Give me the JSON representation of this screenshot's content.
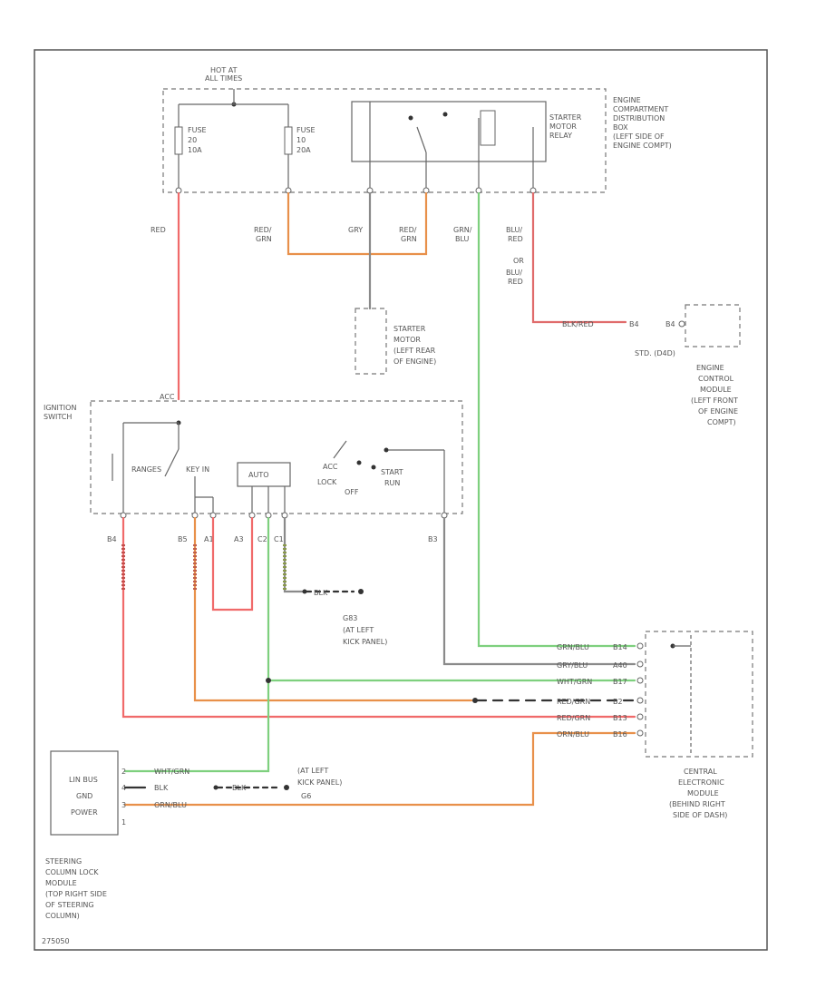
{
  "hot_at": "HOT AT",
  "all_times": "ALL TIMES",
  "fuse_left": [
    "FUSE",
    "20",
    "10A"
  ],
  "fuse_right": [
    "FUSE",
    "10",
    "20A"
  ],
  "starter_motor_relay": [
    "STARTER",
    "MOTOR",
    "RELAY"
  ],
  "engine_compartment_box": [
    "ENGINE",
    "COMPARTMENT",
    "DISTRIBUTION",
    "BOX",
    "(LEFT SIDE OF",
    "ENGINE COMPT)"
  ],
  "wires_top": {
    "red": "RED",
    "red_grn": [
      "RED/",
      "GRN"
    ],
    "gry": "GRY",
    "red_grn2": [
      "RED/",
      "GRN"
    ],
    "grn_blu": [
      "GRN/",
      "BLU"
    ],
    "blu_red": [
      "BLU/",
      "RED"
    ],
    "or": "OR",
    "blu_red2": [
      "BLU/",
      "RED"
    ]
  },
  "starter_motor": [
    "STARTER",
    "MOTOR",
    "(LEFT REAR",
    "OF ENGINE)"
  ],
  "ecm_wire": "BLK/RED",
  "ecm_pins": [
    "B4",
    "B4"
  ],
  "ecm_std": "STD. (D4D)",
  "ecm": [
    "ENGINE",
    "CONTROL",
    "MODULE",
    "(LEFT FRONT",
    "OF ENGINE",
    "COMPT)"
  ],
  "ignition_switch": [
    "IGNITION",
    "SWITCH"
  ],
  "ign_acc": "ACC",
  "ign_labels": {
    "ranges": "RANGES",
    "key_in": "KEY IN",
    "auto": "AUTO",
    "acc": "ACC",
    "lock": "LOCK",
    "off": "OFF",
    "start": "START",
    "run": "RUN"
  },
  "ign_pins": [
    "B4",
    "B5",
    "A1",
    "A3",
    "C2",
    "C1",
    "B3"
  ],
  "ground_g_label": "BLK",
  "ground_g": [
    "G83",
    "(AT LEFT",
    "KICK PANEL)"
  ],
  "cem_wires": [
    "GRN/BLU",
    "GRY/BLU",
    "WHT/GRN",
    "RED/GRN",
    "RED/GRN",
    "ORN/BLU"
  ],
  "cem_pins": [
    "B14",
    "A40",
    "B17",
    "B2",
    "B13",
    "B16"
  ],
  "cem": [
    "CENTRAL",
    "ELECTRONIC",
    "MODULE",
    "(BEHIND RIGHT",
    "SIDE OF DASH)"
  ],
  "sclm_labels": [
    "LIN BUS",
    "GND",
    "POWER"
  ],
  "sclm_pins": [
    "2",
    "4",
    "3",
    "1"
  ],
  "sclm_wires": [
    "WHT/GRN",
    "BLK",
    "BLK",
    "ORN/BLU"
  ],
  "sclm_ground": [
    "(AT LEFT",
    "KICK PANEL)",
    "G6"
  ],
  "sclm": [
    "STEERING",
    "COLUMN LOCK",
    "MODULE",
    "(TOP RIGHT SIDE",
    "OF STEERING",
    "COLUMN)"
  ],
  "footer": "275050"
}
